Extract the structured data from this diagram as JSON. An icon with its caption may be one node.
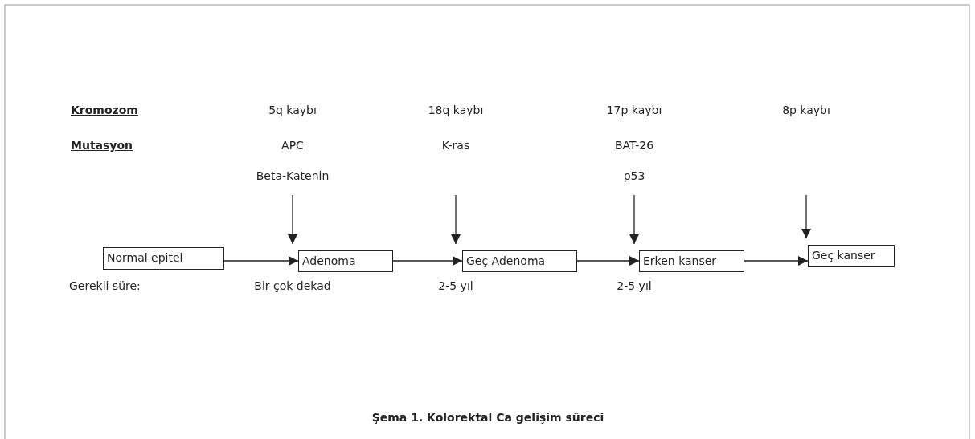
{
  "diagram": {
    "caption": "Şema 1. Kolorektal Ca gelişim süreci",
    "nodes": [
      {
        "text": [
          "Normal epitel"
        ]
      },
      {
        "text": [
          "Adenoma"
        ]
      },
      {
        "text": [
          "Geç Adenoma"
        ]
      },
      {
        "text": [
          "Erken kanser"
        ]
      },
      {
        "text": [
          "Geç kanser"
        ]
      }
    ],
    "edges": [
      {
        "from": 0,
        "to": 1,
        "arrow": "to"
      },
      {
        "from": 1,
        "to": 2,
        "arrow": "to"
      },
      {
        "from": 2,
        "to": 3,
        "arrow": "to"
      },
      {
        "from": 3,
        "to": 4,
        "arrow": "to"
      },
      {
        "from": null,
        "to": 1,
        "arrow": "to"
      },
      {
        "from": null,
        "to": 2,
        "arrow": "to"
      },
      {
        "from": null,
        "to": 3,
        "arrow": "to"
      },
      {
        "from": null,
        "to": 4,
        "arrow": "to"
      }
    ],
    "labels": [
      "Kromozom",
      "5q kaybı",
      "18q kaybı",
      "17p kaybı",
      "8p kaybı",
      "Mutasyon",
      "APC",
      "K-ras",
      "BAT-26",
      "Beta-Katenin",
      "p53",
      "Gerekli süre:",
      "Bir çok dekad",
      "2-5 yıl",
      "2-5 yıl"
    ]
  }
}
